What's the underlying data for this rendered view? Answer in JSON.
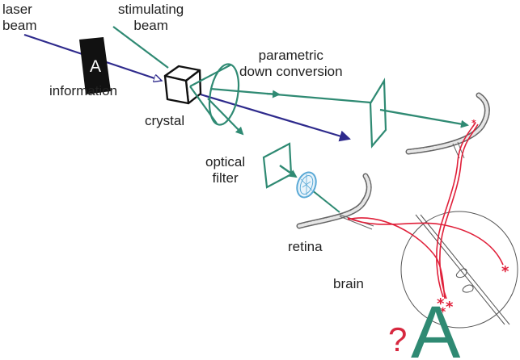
{
  "labels": {
    "laser_beam": "laser\nbeam",
    "stimulating_beam": "stimulating\nbeam",
    "parametric_down_conversion": "parametric\ndown conversion",
    "information": "information",
    "crystal": "crystal",
    "optical_filter": "optical\nfilter",
    "retina": "retina",
    "brain": "brain",
    "mask_letter": "A",
    "perceived_letter": "A",
    "question_mark": "?"
  },
  "colors": {
    "laser": "#2e2a8c",
    "teal": "#2f8a73",
    "red_nerve": "#e0203a",
    "question": "#d7283f",
    "letter": "#2f8a73",
    "lens_blue": "#5aa9d6",
    "text": "#222222"
  }
}
